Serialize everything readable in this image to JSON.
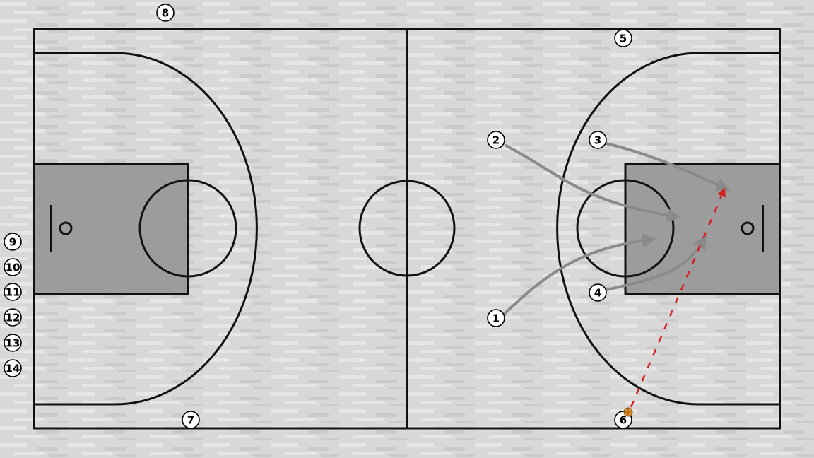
{
  "colors": {
    "floor": "#d8d8d8",
    "floor_light": "#e6e6e6",
    "floor_dark": "#cbcbcb",
    "paint": "#9c9c9c",
    "line": "#111111",
    "cut_path": "#8a8a8a",
    "pass_dash": "#d42020",
    "ball": "#e8962a"
  },
  "icons": {
    "ball": "basketball-icon",
    "hoop": "hoop-ring-icon"
  },
  "players": {
    "court": [
      {
        "id": "p1",
        "number": "1"
      },
      {
        "id": "p2",
        "number": "2"
      },
      {
        "id": "p3",
        "number": "3"
      },
      {
        "id": "p4",
        "number": "4"
      },
      {
        "id": "p5",
        "number": "5"
      },
      {
        "id": "p6",
        "number": "6"
      },
      {
        "id": "p7",
        "number": "7"
      },
      {
        "id": "p8",
        "number": "8"
      }
    ],
    "bench": [
      {
        "id": "p9",
        "number": "9"
      },
      {
        "id": "p10",
        "number": "10"
      },
      {
        "id": "p11",
        "number": "11"
      },
      {
        "id": "p12",
        "number": "12"
      },
      {
        "id": "p13",
        "number": "13"
      },
      {
        "id": "p14",
        "number": "14"
      }
    ]
  }
}
